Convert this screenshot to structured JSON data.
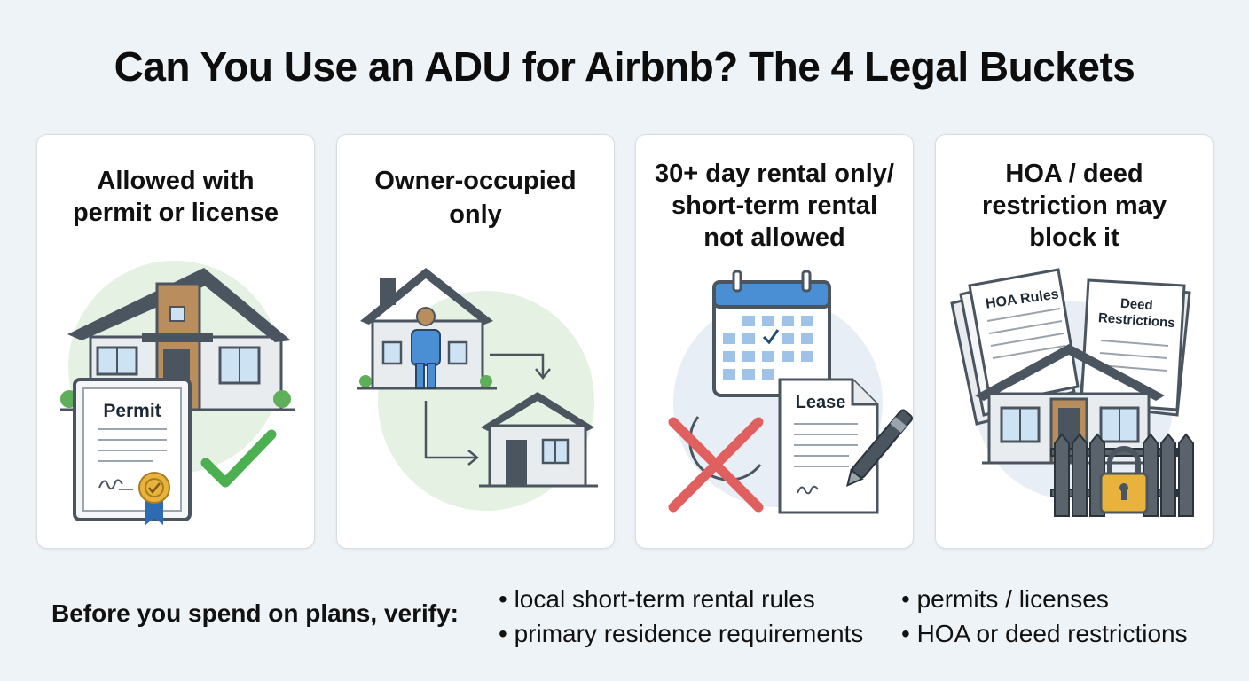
{
  "title": "Can You Use an ADU for Airbnb? The 4 Legal Buckets",
  "cards": [
    {
      "title_lines": [
        "Allowed with",
        "permit or license"
      ],
      "labels": {
        "document": "Permit"
      }
    },
    {
      "title_lines": [
        "Owner-occupied",
        "only"
      ],
      "labels": {}
    },
    {
      "title_lines": [
        "30+ day rental only/",
        "short-term rental",
        "not allowed"
      ],
      "labels": {
        "document": "Lease"
      }
    },
    {
      "title_lines": [
        "HOA / deed",
        "restriction may",
        "block it"
      ],
      "labels": {
        "doc_left": "HOA Rules",
        "doc_right_1": "Deed",
        "doc_right_2": "Restrictions"
      }
    }
  ],
  "footer": {
    "label": "Before you spend on plans, verify:",
    "items": [
      "• local short-term rental rules",
      "• primary residence requirements",
      "• permits / licenses",
      "• HOA or deed restrictions"
    ]
  },
  "colors": {
    "accent_green": "#4caf50",
    "accent_red": "#e06060",
    "calendar_blue": "#4a8fd4",
    "wood": "#b98d5c",
    "ribbon_gold": "#e8b23c"
  }
}
